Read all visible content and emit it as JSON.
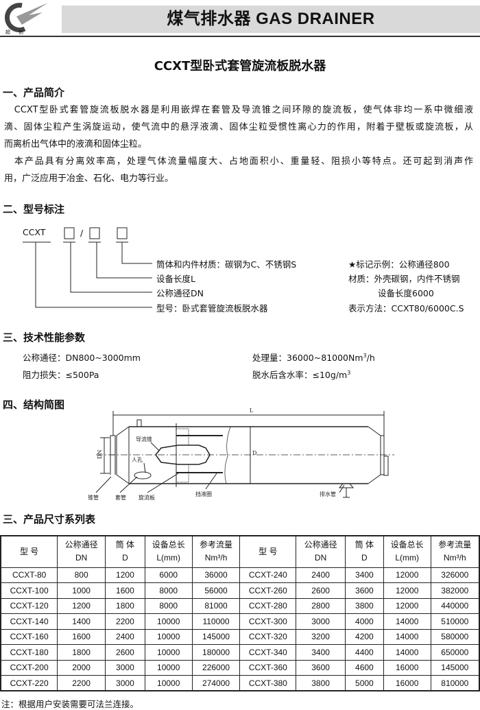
{
  "header": {
    "logo_text": "超创",
    "banner_title": "煤气排水器 GAS DRAINER"
  },
  "title": "CCXT型卧式套管旋流板脱水器",
  "intro": {
    "heading": "一、产品简介",
    "lines": [
      "　CCXT型卧式套管旋流板脱水器是利用嵌焊在套管及导流锥之间环隙的旋流板，使气体非均一系中微细液",
      "滴、固体尘粒产生涡旋运动，使气流中的悬浮液滴、固体尘粒受惯性离心力的作用，附着于壁板或旋流板，从",
      "而离析出气体中的液滴和固体尘粒。",
      "　本产品具有分离效率高，处理气体流量幅度大、占地面积小、重量轻、阻损小等特点。还可起到消声作",
      "用，广泛应用于冶金、石化、电力等行业。"
    ]
  },
  "model": {
    "heading": "二、型号标注",
    "prefix": "CCXT",
    "slash": "/",
    "items": [
      "筒体和内件材质：碳钢为C、不锈钢S",
      "设备长度L",
      "公称通径DN",
      "型号：卧式套管旋流板脱水器"
    ],
    "example": [
      "★标记示例：公称通径800",
      "材质：外壳碳钢，内件不锈钢",
      "设备长度6000",
      "表示方法：CCXT80/6000C.S"
    ]
  },
  "params": {
    "heading": "三、技术性能参数",
    "dn": "公称通径：DN800~3000mm",
    "flow_prefix": "处理量：36000~81000Nm",
    "flow_sup": "3",
    "flow_suffix": "/h",
    "loss": "阻力损失：≤500Pa",
    "water_prefix": "脱水后含水率：≤10g/m",
    "water_sup": "3"
  },
  "diagram": {
    "heading": "四、结构简图",
    "labels": {
      "L": "L",
      "D": "D",
      "DN": "DN",
      "cone": "导流锥",
      "manhole": "人孔",
      "taper": "锥管",
      "sleeve": "套管",
      "swirl": "旋流板",
      "ring": "挡液圈",
      "drain": "排水管"
    }
  },
  "table": {
    "heading": "三、产品尺寸系列表",
    "headers": [
      [
        "型 号",
        ""
      ],
      [
        "公称通径",
        "DN"
      ],
      [
        "筒 体",
        "D"
      ],
      [
        "设备总长",
        "L(mm)"
      ],
      [
        "参考流量",
        "Nm³/h"
      ]
    ],
    "rows": [
      [
        "CCXT-80",
        "800",
        "1200",
        "6000",
        "36000",
        "CCXT-240",
        "2400",
        "3400",
        "12000",
        "326000"
      ],
      [
        "CCXT-100",
        "1000",
        "1600",
        "8000",
        "56000",
        "CCXT-260",
        "2600",
        "3600",
        "12000",
        "382000"
      ],
      [
        "CCXT-120",
        "1200",
        "1800",
        "8000",
        "81000",
        "CCXT-280",
        "2800",
        "3800",
        "12000",
        "440000"
      ],
      [
        "CCXT-140",
        "1400",
        "2200",
        "10000",
        "110000",
        "CCXT-300",
        "3000",
        "4000",
        "14000",
        "510000"
      ],
      [
        "CCXT-160",
        "1600",
        "2400",
        "10000",
        "145000",
        "CCXT-320",
        "3200",
        "4200",
        "14000",
        "580000"
      ],
      [
        "CCXT-180",
        "1800",
        "2600",
        "10000",
        "180000",
        "CCXT-340",
        "3400",
        "4400",
        "14000",
        "650000"
      ],
      [
        "CCXT-200",
        "2000",
        "3000",
        "10000",
        "226000",
        "CCXT-360",
        "3600",
        "4600",
        "16000",
        "145000"
      ],
      [
        "CCXT-220",
        "2200",
        "3000",
        "10000",
        "274000",
        "CCXT-380",
        "3800",
        "5000",
        "16000",
        "810000"
      ]
    ],
    "note": "注：根据用户安装需要可法兰连接。"
  }
}
